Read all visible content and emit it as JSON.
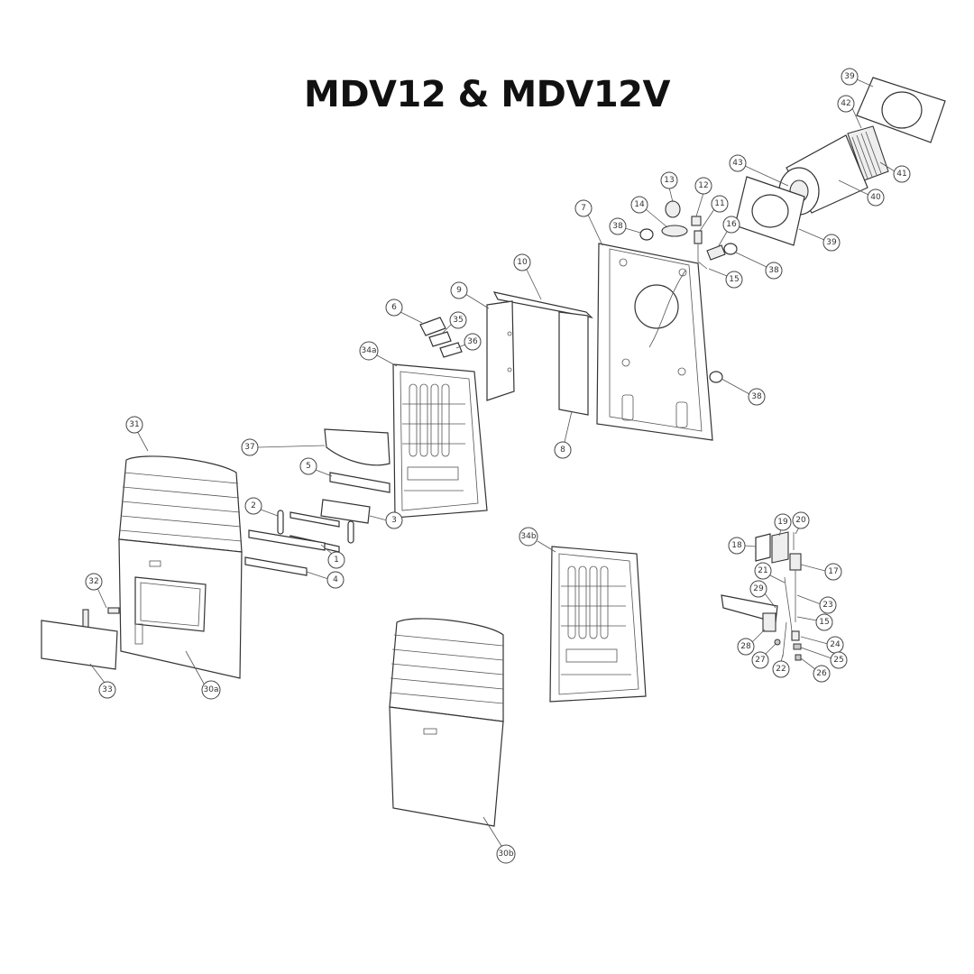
{
  "title": "MDV12 & MDV12V",
  "callouts": [
    {
      "id": "c39a",
      "label": "39",
      "part": "wall-plate-39"
    },
    {
      "id": "c42",
      "label": "42",
      "part": "vent-pipe-42"
    },
    {
      "id": "c41",
      "label": "41",
      "part": "vent-terminal-41"
    },
    {
      "id": "c43",
      "label": "43",
      "part": "vent-pipe-43"
    },
    {
      "id": "c40",
      "label": "40",
      "part": "vent-pipe-40"
    },
    {
      "id": "c39b",
      "label": "39",
      "part": "wall-plate-39"
    },
    {
      "id": "c13",
      "label": "13",
      "part": "knob-13"
    },
    {
      "id": "c12",
      "label": "12",
      "part": "igniter-button-12"
    },
    {
      "id": "c11",
      "label": "11",
      "part": "valve-11"
    },
    {
      "id": "c14",
      "label": "14",
      "part": "bezel-14"
    },
    {
      "id": "c16",
      "label": "16",
      "part": "bracket-16"
    },
    {
      "id": "c38a",
      "label": "38",
      "part": "spacer-38"
    },
    {
      "id": "c38b",
      "label": "38",
      "part": "spacer-38"
    },
    {
      "id": "c38c",
      "label": "38",
      "part": "spacer-38"
    },
    {
      "id": "c15a",
      "label": "15",
      "part": "fitting-15"
    },
    {
      "id": "c7",
      "label": "7",
      "part": "back-panel-7"
    },
    {
      "id": "c10",
      "label": "10",
      "part": "top-baffle-10"
    },
    {
      "id": "c9",
      "label": "9",
      "part": "side-shield-9"
    },
    {
      "id": "c8",
      "label": "8",
      "part": "side-shield-8"
    },
    {
      "id": "c6",
      "label": "6",
      "part": "plate-6"
    },
    {
      "id": "c35",
      "label": "35",
      "part": "gasket-35"
    },
    {
      "id": "c36",
      "label": "36",
      "part": "gasket-36"
    },
    {
      "id": "c34a",
      "label": "34a",
      "part": "heat-exchanger-34a"
    },
    {
      "id": "c31",
      "label": "31",
      "part": "top-grille-31"
    },
    {
      "id": "c37",
      "label": "37",
      "part": "deflector-37"
    },
    {
      "id": "c5",
      "label": "5",
      "part": "strip-5"
    },
    {
      "id": "c2",
      "label": "2",
      "part": "clip-2"
    },
    {
      "id": "c3",
      "label": "3",
      "part": "plate-3"
    },
    {
      "id": "c1",
      "label": "1",
      "part": "rail-1"
    },
    {
      "id": "c4",
      "label": "4",
      "part": "rail-4"
    },
    {
      "id": "c32",
      "label": "32",
      "part": "hinge-32"
    },
    {
      "id": "c33",
      "label": "33",
      "part": "window-33"
    },
    {
      "id": "c30a",
      "label": "30a",
      "part": "cabinet-30a"
    },
    {
      "id": "c34b",
      "label": "34b",
      "part": "heat-exchanger-34b"
    },
    {
      "id": "c30b",
      "label": "30b",
      "part": "cabinet-30b"
    },
    {
      "id": "c18",
      "label": "18",
      "part": "shield-18"
    },
    {
      "id": "c19",
      "label": "19",
      "part": "control-board-19"
    },
    {
      "id": "c20",
      "label": "20",
      "part": "screw-20"
    },
    {
      "id": "c17",
      "label": "17",
      "part": "pilot-assembly-17"
    },
    {
      "id": "c21",
      "label": "21",
      "part": "thermocouple-21"
    },
    {
      "id": "c23",
      "label": "23",
      "part": "tube-23"
    },
    {
      "id": "c29",
      "label": "29",
      "part": "burner-bracket-29"
    },
    {
      "id": "c15b",
      "label": "15",
      "part": "fitting-15"
    },
    {
      "id": "c24",
      "label": "24",
      "part": "orifice-24"
    },
    {
      "id": "c28",
      "label": "28",
      "part": "bracket-28"
    },
    {
      "id": "c27",
      "label": "27",
      "part": "nut-27"
    },
    {
      "id": "c22",
      "label": "22",
      "part": "electrode-22"
    },
    {
      "id": "c25",
      "label": "25",
      "part": "nut-25"
    },
    {
      "id": "c26",
      "label": "26",
      "part": "screw-26"
    }
  ]
}
